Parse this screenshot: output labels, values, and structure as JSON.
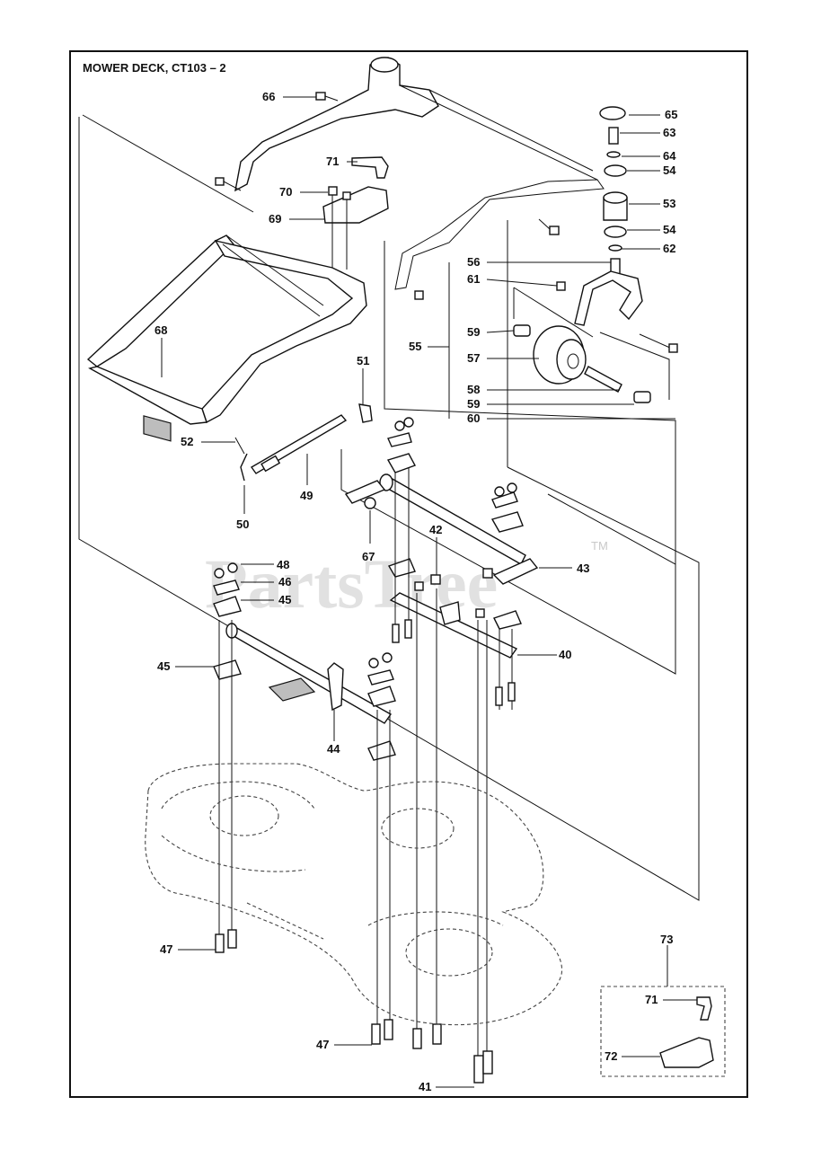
{
  "page_title": "MOWER DECK, CT103 – 2",
  "watermark": "PartsTree",
  "trademark": "TM",
  "callouts": {
    "c40": "40",
    "c41": "41",
    "c42": "42",
    "c43": "43",
    "c44": "44",
    "c45a": "45",
    "c45b": "45",
    "c46": "46",
    "c47a": "47",
    "c47b": "47",
    "c48": "48",
    "c49": "49",
    "c50": "50",
    "c51": "51",
    "c52": "52",
    "c53": "53",
    "c54a": "54",
    "c54b": "54",
    "c55": "55",
    "c56": "56",
    "c57": "57",
    "c58": "58",
    "c59a": "59",
    "c59b": "59",
    "c60": "60",
    "c61": "61",
    "c62": "62",
    "c63": "63",
    "c64": "64",
    "c65": "65",
    "c66": "66",
    "c67": "67",
    "c68": "68",
    "c69": "69",
    "c70": "70",
    "c71a": "71",
    "c71b": "71",
    "c72": "72",
    "c73": "73"
  },
  "colors": {
    "line": "#111111",
    "watermark": "#c9c9c9",
    "shade": "#bdbdbd"
  }
}
